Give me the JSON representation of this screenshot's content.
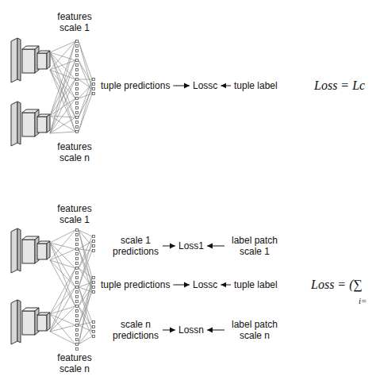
{
  "diagram": {
    "nodes": [
      {
        "text": [
          "tuple predictions"
        ]
      },
      {
        "text": [
          "Lossc"
        ]
      },
      {
        "text": [
          "tuple label"
        ]
      },
      {
        "text": [
          "scale 1 predictions"
        ]
      },
      {
        "text": [
          "Loss1"
        ]
      },
      {
        "text": [
          "label patch scale 1"
        ]
      },
      {
        "text": [
          "tuple predictions"
        ]
      },
      {
        "text": [
          "Lossc"
        ]
      },
      {
        "text": [
          "tuple label"
        ]
      },
      {
        "text": [
          "scale n predictions"
        ]
      },
      {
        "text": [
          "Lossn"
        ]
      },
      {
        "text": [
          "label patch scale n"
        ]
      }
    ],
    "edges": [
      {
        "from": 0,
        "to": 1,
        "arrow": "to"
      },
      {
        "from": 2,
        "to": 1,
        "arrow": "to"
      },
      {
        "from": 3,
        "to": 4,
        "arrow": "to"
      },
      {
        "from": 5,
        "to": 4,
        "arrow": "to"
      },
      {
        "from": 6,
        "to": 7,
        "arrow": "to"
      },
      {
        "from": 8,
        "to": 7,
        "arrow": "to"
      },
      {
        "from": 9,
        "to": 10,
        "arrow": "to"
      },
      {
        "from": 11,
        "to": 10,
        "arrow": "to"
      }
    ],
    "labels": [
      "features scale 1",
      "features scale n",
      "features scale 1",
      "features scale n",
      "Loss = Lc",
      "Loss = (∑",
      "i="
    ]
  }
}
